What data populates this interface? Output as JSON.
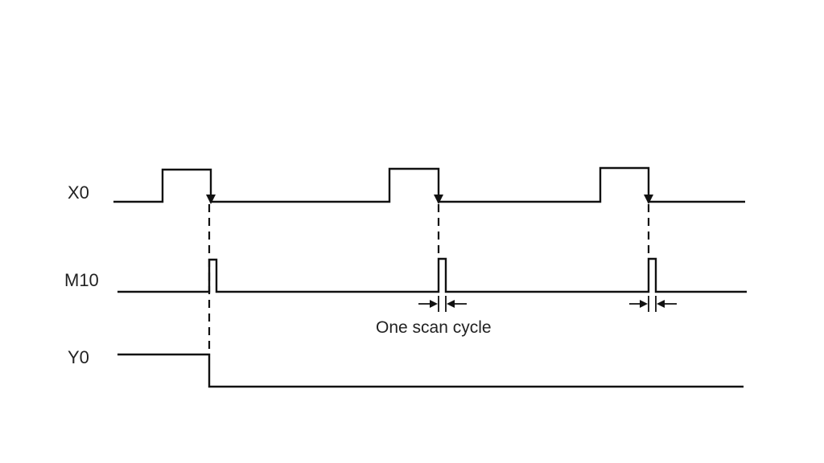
{
  "diagram": {
    "signals": [
      {
        "id": "x0",
        "label": "X0"
      },
      {
        "id": "m10",
        "label": "M10"
      },
      {
        "id": "y0",
        "label": "Y0"
      }
    ],
    "annotation": "One scan cycle",
    "colors": {
      "line": "#111111",
      "text": "#222222",
      "background": "#ffffff"
    }
  }
}
